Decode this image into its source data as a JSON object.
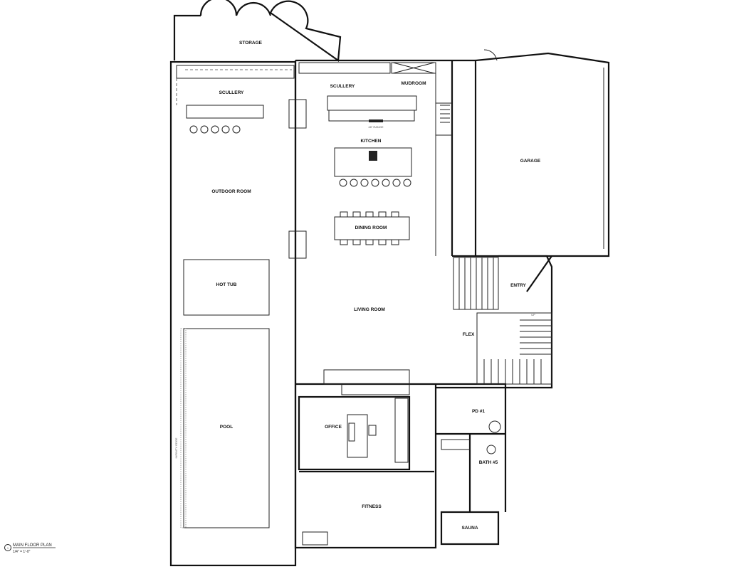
{
  "title": {
    "number": "1",
    "name": "MAIN FLOOR PLAN",
    "scale": "1/4\" = 1'-0\""
  },
  "rooms": {
    "storage": "STORAGE",
    "scullery_left": "SCULLERY",
    "scullery": "SCULLERY",
    "mudroom": "MUDROOM",
    "kitchen": "KITCHEN",
    "garage": "GARAGE",
    "outdoor_room": "OUTDOOR ROOM",
    "dining_room": "DINING ROOM",
    "hot_tub": "HOT TUB",
    "living_room": "LIVING ROOM",
    "entry": "ENTRY",
    "flex": "FLEX",
    "pd1": "PD #1",
    "office": "OFFICE",
    "bath5": "BATH #5",
    "pool": "POOL",
    "fitness": "FITNESS",
    "sauna": "SAUNA"
  },
  "notes": {
    "range": "48\" RANGE",
    "infinity_edge": "INFINITY EDGE",
    "up": "UP"
  }
}
